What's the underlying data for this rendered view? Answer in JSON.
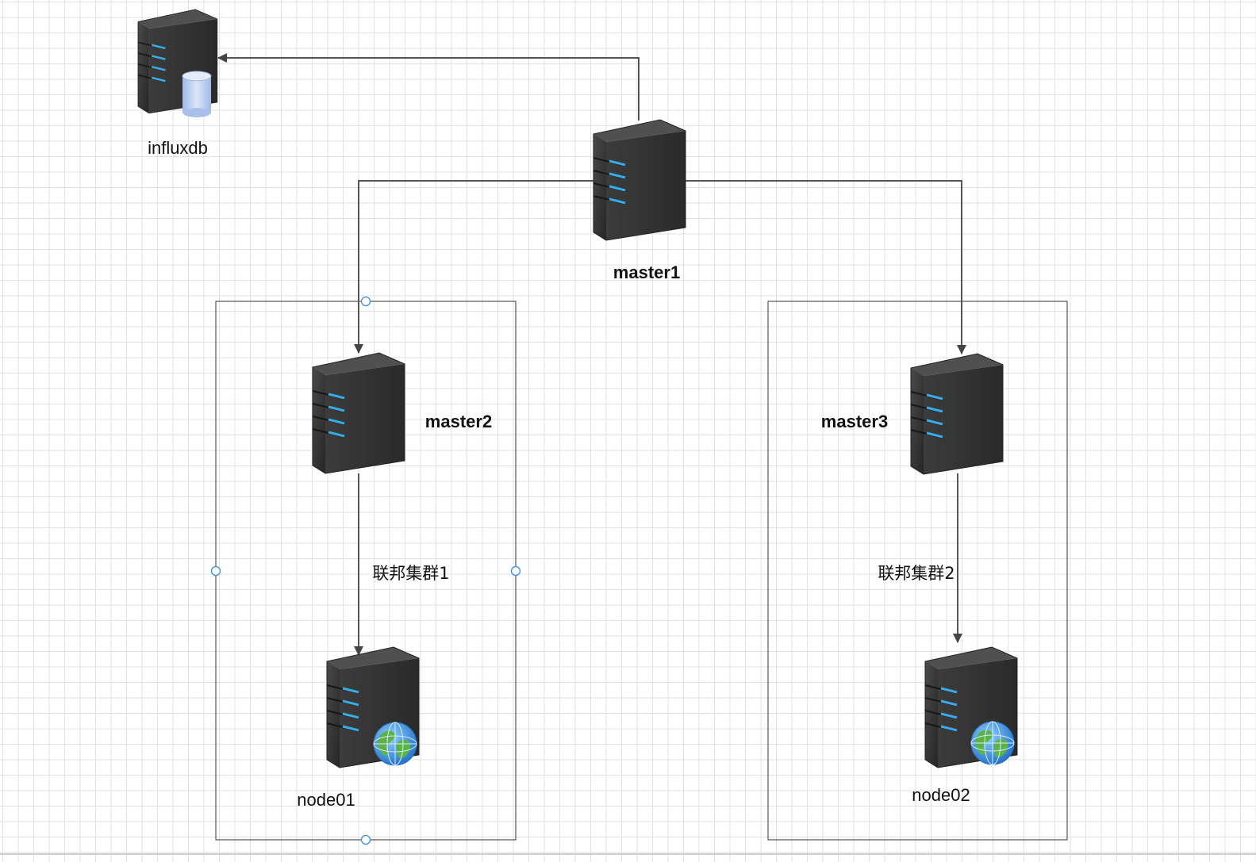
{
  "nodes": {
    "influxdb": {
      "label": "influxdb"
    },
    "master1": {
      "label": "master1"
    },
    "master2": {
      "label": "master2"
    },
    "master3": {
      "label": "master3"
    },
    "node01": {
      "label": "node01"
    },
    "node02": {
      "label": "node02"
    }
  },
  "groups": {
    "cluster1": {
      "label": "联邦集群1"
    },
    "cluster2": {
      "label": "联邦集群2"
    }
  },
  "edges": [
    {
      "from": "master1",
      "to": "influxdb"
    },
    {
      "from": "master1",
      "to": "master2"
    },
    {
      "from": "master1",
      "to": "master3"
    },
    {
      "from": "master2",
      "to": "node01"
    },
    {
      "from": "master3",
      "to": "node02"
    }
  ],
  "colors": {
    "line": "#555555",
    "server_body": "#3a3a3a",
    "server_led": "#3aaae8",
    "db_cylinder": "#b9cff0",
    "globe": "#3d8fd6",
    "selection_handle": "#3b8de0"
  }
}
